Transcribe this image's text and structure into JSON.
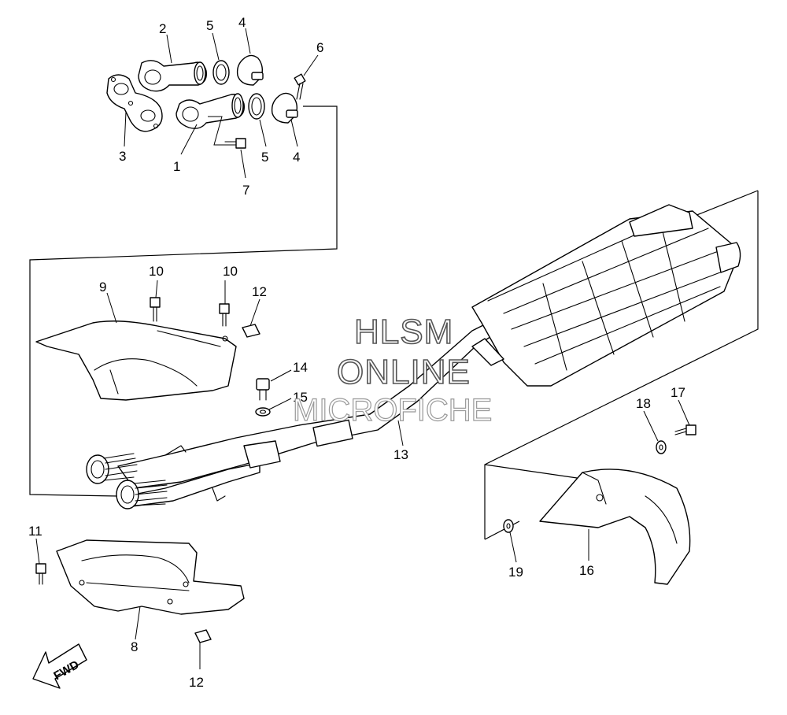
{
  "callouts": {
    "c1": "1",
    "c2": "2",
    "c3": "3",
    "c4a": "4",
    "c4b": "4",
    "c5a": "5",
    "c5b": "5",
    "c6": "6",
    "c7": "7",
    "c8": "8",
    "c9": "9",
    "c10a": "10",
    "c10b": "10",
    "c11": "11",
    "c12a": "12",
    "c12b": "12",
    "c13": "13",
    "c14": "14",
    "c15": "15",
    "c16": "16",
    "c17": "17",
    "c18": "18",
    "c19": "19"
  },
  "watermark": {
    "line1": "HLSM",
    "line2": "ONLINE",
    "line3": "MICROFICHE"
  },
  "direction_label": "FWD"
}
